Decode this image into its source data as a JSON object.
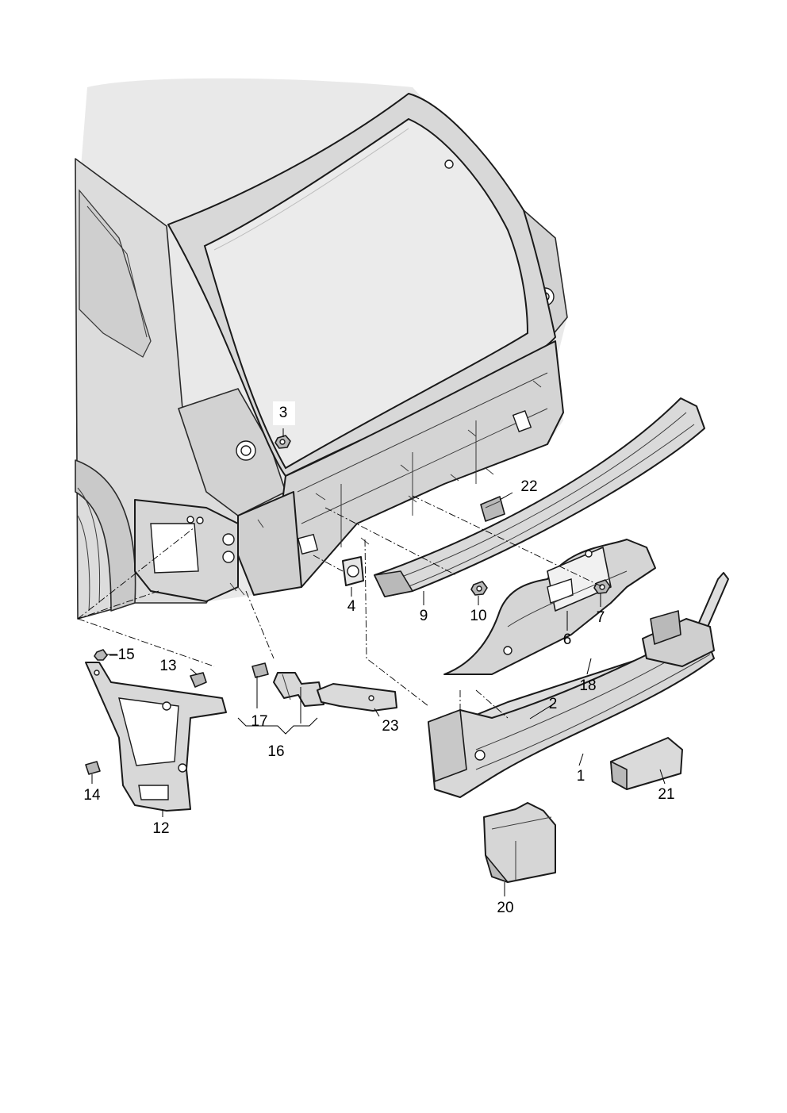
{
  "diagram": {
    "callouts": [
      {
        "id": "c1",
        "text": "1"
      },
      {
        "id": "c2",
        "text": "2"
      },
      {
        "id": "c3",
        "text": "3"
      },
      {
        "id": "c4",
        "text": "4"
      },
      {
        "id": "c6",
        "text": "6"
      },
      {
        "id": "c7",
        "text": "7"
      },
      {
        "id": "c9",
        "text": "9"
      },
      {
        "id": "c10",
        "text": "10"
      },
      {
        "id": "c12",
        "text": "12"
      },
      {
        "id": "c13",
        "text": "13"
      },
      {
        "id": "c14",
        "text": "14"
      },
      {
        "id": "c15",
        "text": "–15"
      },
      {
        "id": "c16",
        "text": "16"
      },
      {
        "id": "c17",
        "text": "17"
      },
      {
        "id": "c18",
        "text": "18"
      },
      {
        "id": "c20",
        "text": "20"
      },
      {
        "id": "c21",
        "text": "21"
      },
      {
        "id": "c22",
        "text": "22"
      },
      {
        "id": "c23",
        "text": "23"
      }
    ]
  }
}
